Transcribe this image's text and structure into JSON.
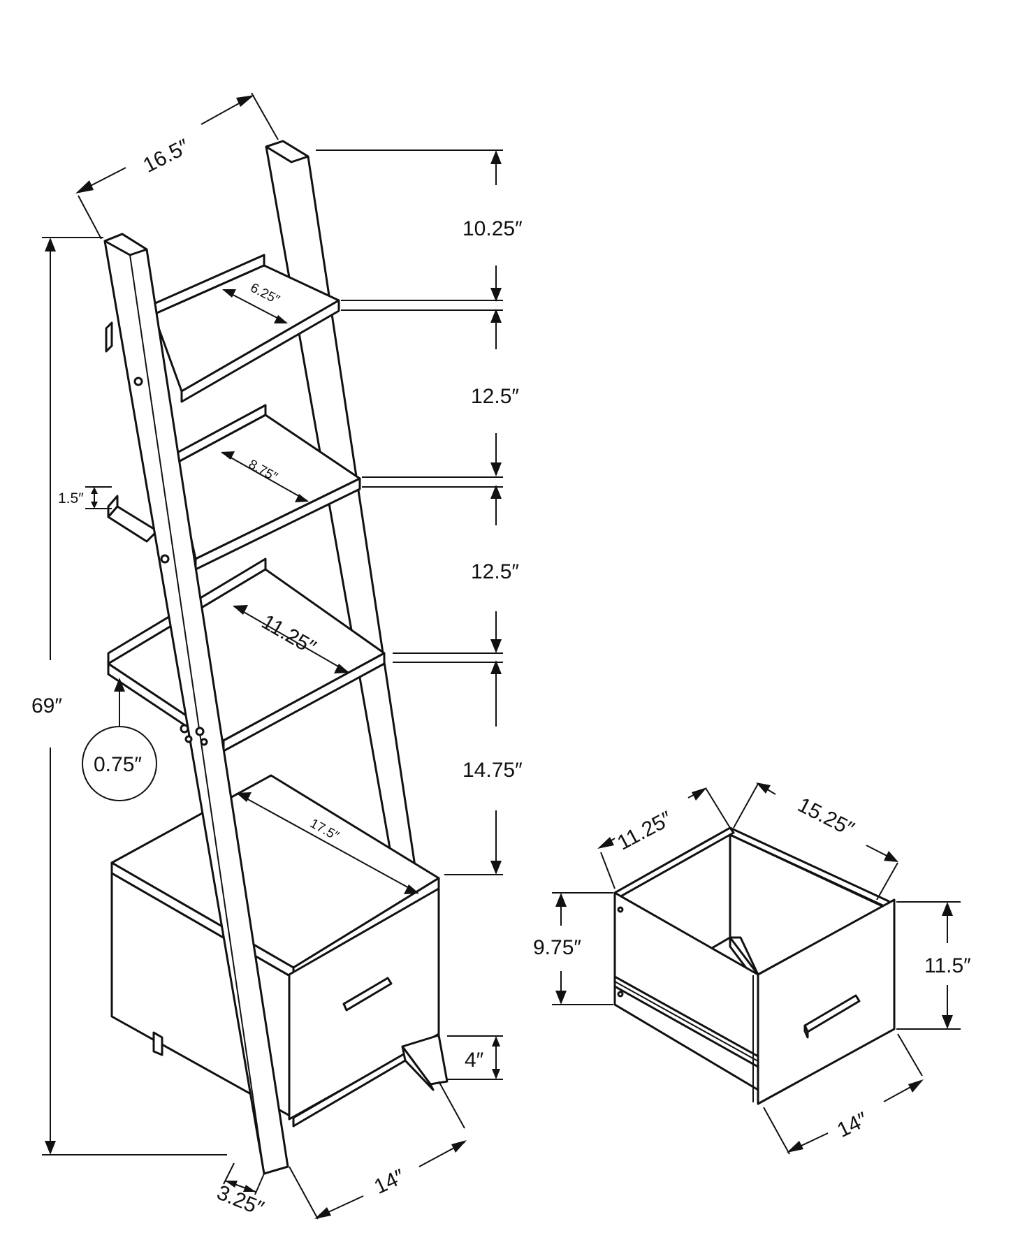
{
  "diagram": {
    "dimensions": {
      "overall_width": "16.5″",
      "top_gap": "10.25″",
      "shelf_gap_upper": "12.5″",
      "shelf_gap_middle": "12.5″",
      "shelf_gap_lower": "14.75″",
      "overall_height": "69″",
      "shelf_top_depth": "6.25″",
      "shelf_middle_depth": "8.75″",
      "shelf_bottom_depth": "11.25″",
      "lip_height": "1.5″",
      "shelf_thickness": "0.75″",
      "cabinet_width": "17.5″",
      "leg_height": "4″",
      "cabinet_depth": "14″",
      "rail_width": "3.25″",
      "drawer_depth_top": "11.25″",
      "drawer_width_top": "15.25″",
      "drawer_inner_height": "9.75″",
      "drawer_outer_height": "11.5″",
      "drawer_depth_bottom": "14″"
    }
  }
}
